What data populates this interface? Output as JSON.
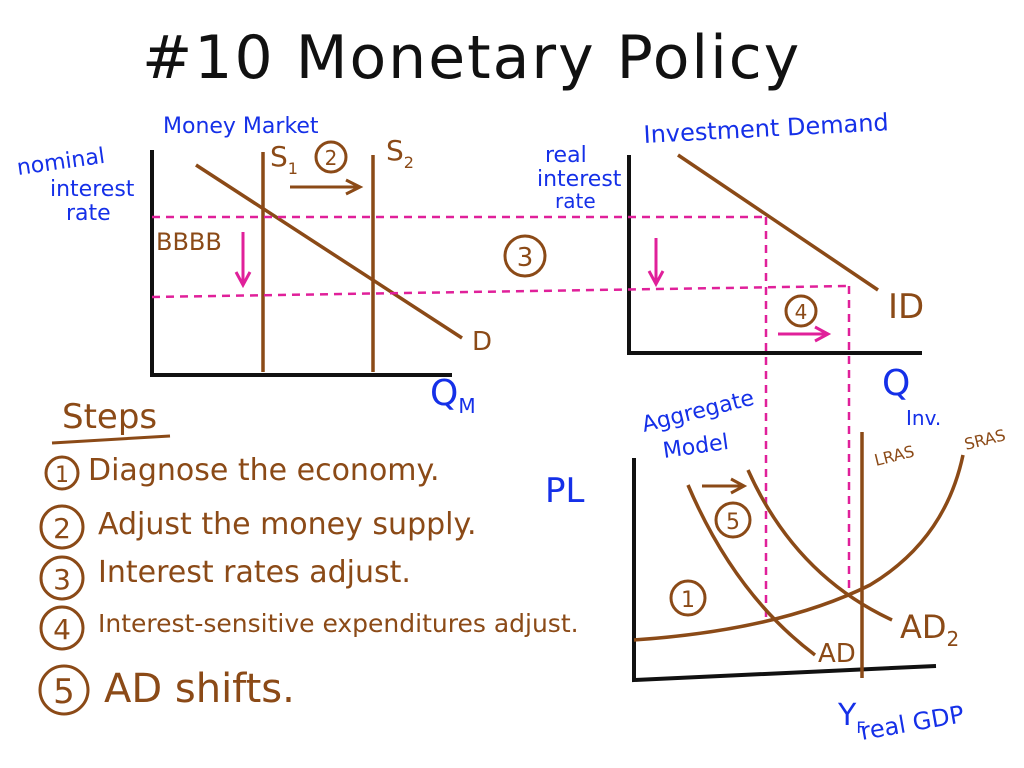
{
  "title": "#10 Monetary Policy",
  "colors": {
    "black": "#111111",
    "brown": "#8B4A17",
    "blue": "#1530E8",
    "magenta": "#E0209A"
  },
  "money_market": {
    "title": "Money Market",
    "yaxis_label": [
      "nominal",
      "interest",
      "rate"
    ],
    "xaxis_label": "Q",
    "xaxis_sub": "M",
    "s1": "S",
    "s1_sub": "1",
    "s2": "S",
    "s2_sub": "2",
    "step_marker": "2",
    "demand": "D",
    "note": "BBBB"
  },
  "investment": {
    "title": "Investment Demand",
    "yaxis_label": [
      "real",
      "interest",
      "rate"
    ],
    "xaxis_label": "Q",
    "xaxis_sub": "Inv.",
    "curve": "ID",
    "step3_marker": "3",
    "step4_marker": "4"
  },
  "aggregate": {
    "title": [
      "Aggregate",
      "Model"
    ],
    "yaxis_label": "PL",
    "xaxis_label": "real GDP",
    "lras": "LRAS",
    "sras": "SRAS",
    "ad1": "AD",
    "ad2": "AD",
    "ad2_sub": "2",
    "yf": "Y",
    "yf_sub": "F",
    "step1_marker": "1",
    "step5_marker": "5"
  },
  "steps": {
    "heading": "Steps",
    "items": [
      {
        "num": "1",
        "text": "Diagnose the economy."
      },
      {
        "num": "2",
        "text": "Adjust the money supply."
      },
      {
        "num": "3",
        "text": "Interest rates adjust."
      },
      {
        "num": "4",
        "text": "Interest-sensitive expenditures adjust."
      },
      {
        "num": "5",
        "text": "AD shifts."
      }
    ]
  }
}
